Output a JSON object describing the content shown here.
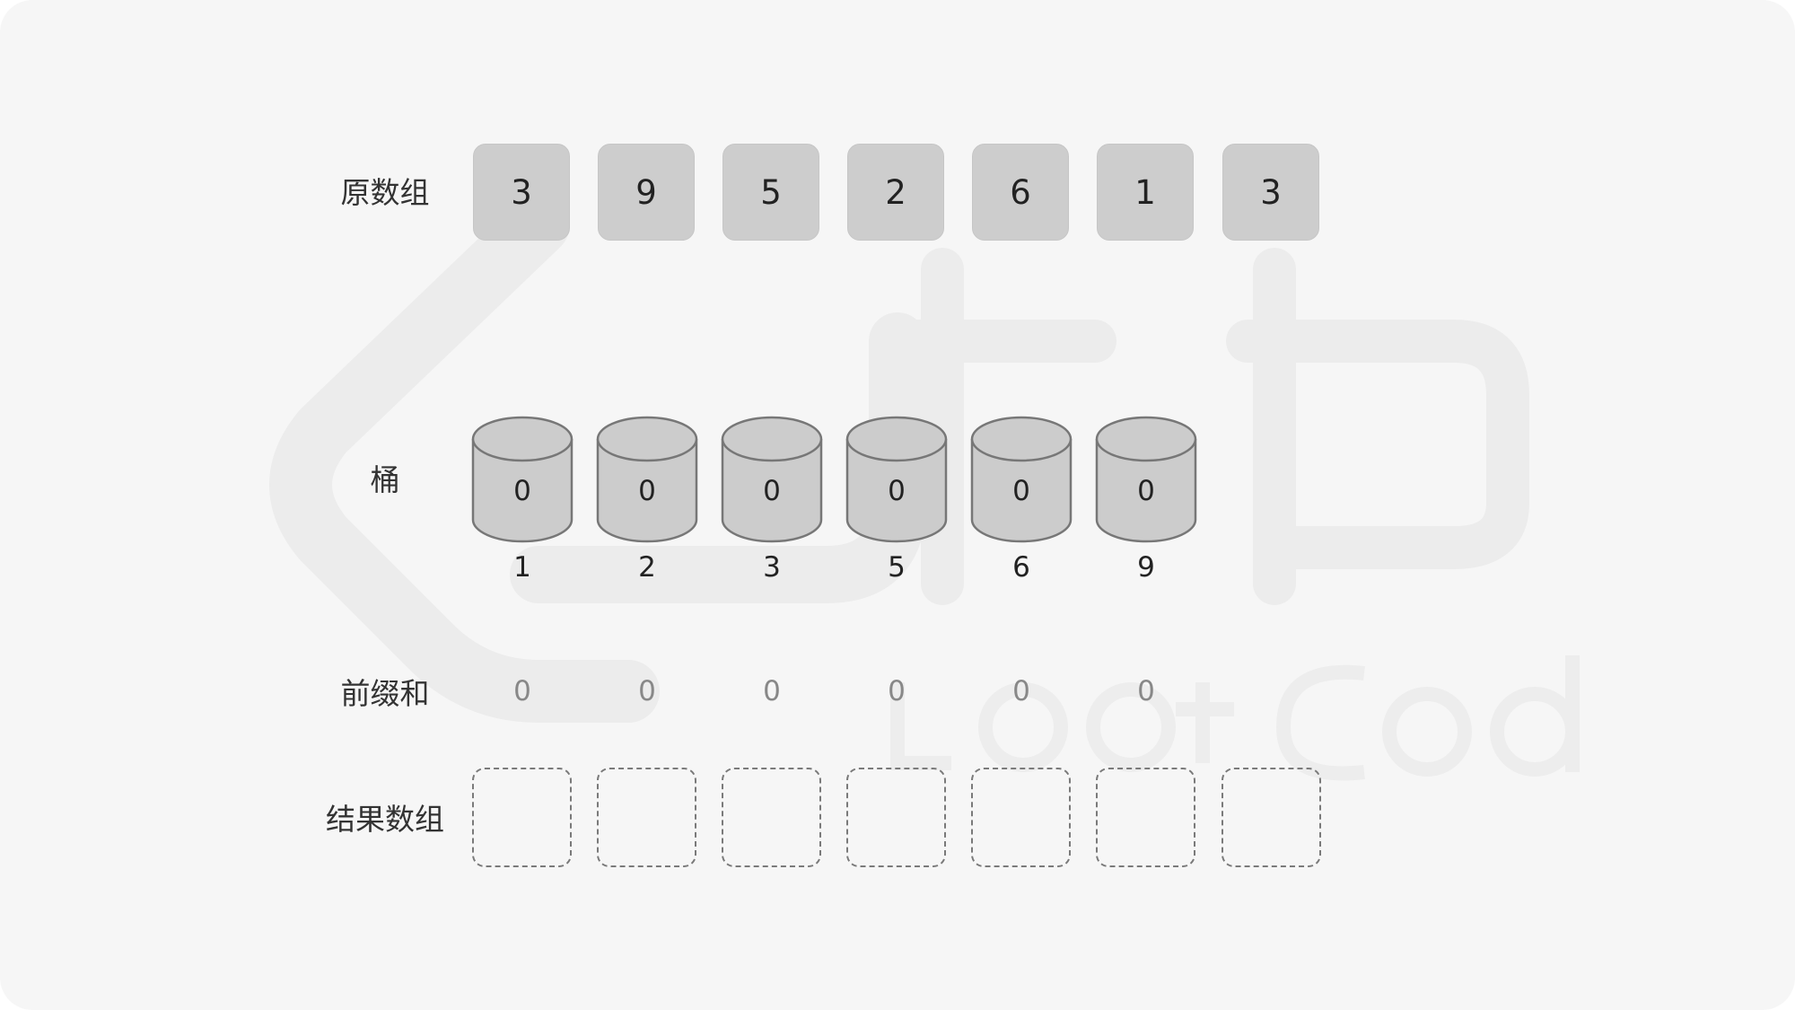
{
  "labels": {
    "original": "原数组",
    "bucket": "桶",
    "prefix": "前缀和",
    "result": "结果数组"
  },
  "original_array": [
    "3",
    "9",
    "5",
    "2",
    "6",
    "1",
    "3"
  ],
  "buckets": [
    {
      "key": "1",
      "count": "0"
    },
    {
      "key": "2",
      "count": "0"
    },
    {
      "key": "3",
      "count": "0"
    },
    {
      "key": "5",
      "count": "0"
    },
    {
      "key": "6",
      "count": "0"
    },
    {
      "key": "9",
      "count": "0"
    }
  ],
  "prefix_sums": [
    "0",
    "0",
    "0",
    "0",
    "0",
    "0"
  ],
  "result_array": [
    "",
    "",
    "",
    "",
    "",
    "",
    ""
  ],
  "colors": {
    "background": "#f6f6f6",
    "cell_fill": "#cdcdcd",
    "bucket_fill": "#cccccc",
    "bucket_stroke": "#777777",
    "dashed_border": "#7a7a7a",
    "text": "#222222",
    "prefix_text": "#888888"
  },
  "icons": {
    "watermark": "leetcode-logo"
  }
}
